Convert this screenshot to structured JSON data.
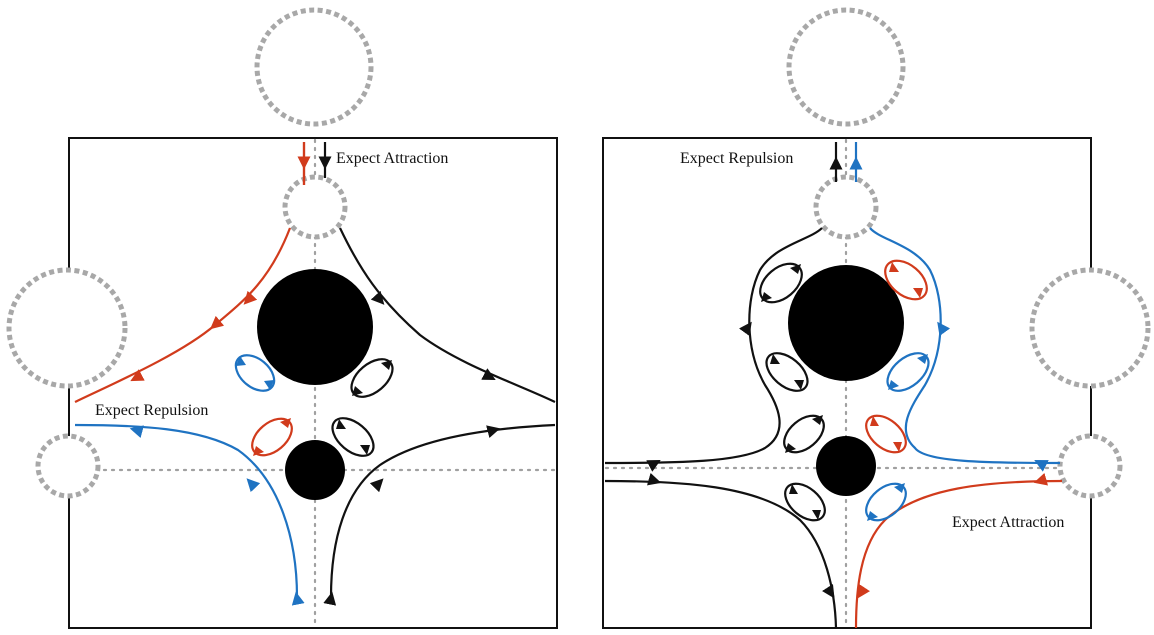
{
  "colors": {
    "red": "#d13b1c",
    "blue": "#1f73c2",
    "black": "#111111",
    "ghost": "#a8a8a8"
  },
  "left_panel": {
    "label_attraction": "Expect Attraction",
    "label_repulsion": "Expect Repulsion"
  },
  "right_panel": {
    "label_repulsion": "Expect Repulsion",
    "label_attraction": "Expect Attraction"
  }
}
